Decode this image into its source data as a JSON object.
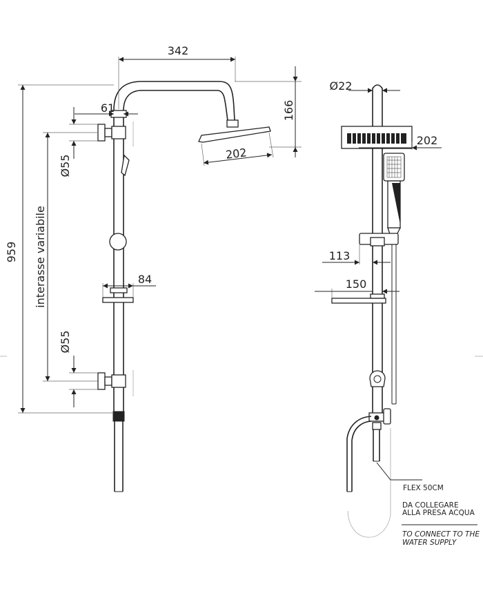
{
  "dimensions": {
    "arm_length": "342",
    "arm_height": "166",
    "arm_offset": "61",
    "head_size": "202",
    "overall_height": "959",
    "bracket_upper": "Ø55",
    "bracket_lower": "Ø55",
    "variable_spacing": "interasse variabile",
    "shelf_front": "84",
    "pipe_diameter": "Ø22",
    "head_side": "202",
    "slider_depth": "113",
    "shelf_side": "150"
  },
  "notes": {
    "flex": "FLEX 50CM",
    "it_line1": "DA COLLEGARE",
    "it_line2": "ALLA PRESA ACQUA",
    "en_line1": "TO CONNECT TO THE",
    "en_line2": "WATER SUPPLY"
  }
}
